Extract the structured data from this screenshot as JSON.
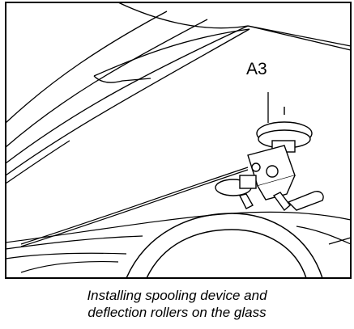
{
  "callout": {
    "label": "A3"
  },
  "caption": {
    "line1": "Installing spooling device and",
    "line2": "deflection rollers on the glass"
  },
  "colors": {
    "stroke": "#000000",
    "background": "#ffffff"
  }
}
